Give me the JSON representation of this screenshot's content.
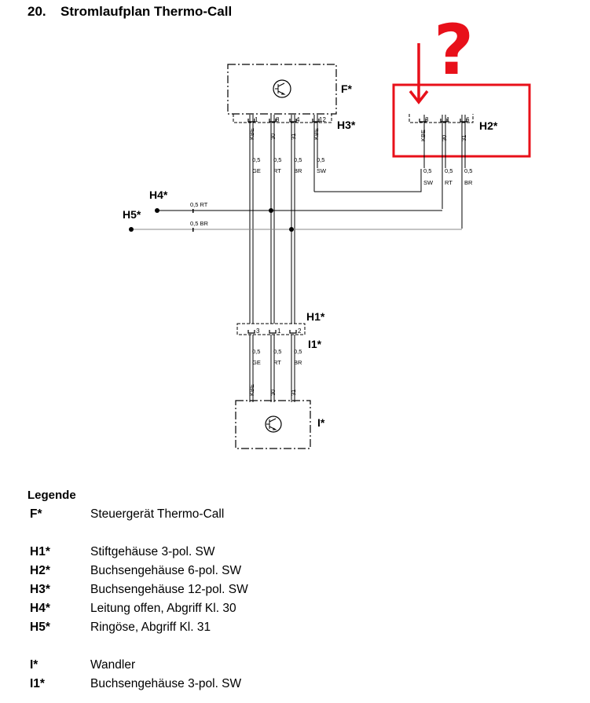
{
  "header": {
    "number": "20.",
    "title": "Stromlaufplan Thermo-Call"
  },
  "colors": {
    "annotation": "#e8101a",
    "wire": "#000000",
    "wire_gray": "#888888"
  },
  "annotation": {
    "question_mark": "?"
  },
  "components": {
    "F": "F*",
    "H1": "H1*",
    "H2": "H2*",
    "H3": "H3*",
    "H4": "H4*",
    "H5": "H5*",
    "I": "I*",
    "I1": "I1*"
  },
  "connectors": {
    "H3": {
      "pins": [
        "1",
        "8",
        "4",
        "12"
      ],
      "wire_labels": [
        "KBE",
        "30",
        "31",
        "KBE"
      ],
      "cross_sections": [
        "0,5",
        "0,5",
        "0,5",
        "0,5"
      ],
      "colors": [
        "GE",
        "RT",
        "BR",
        "SW"
      ]
    },
    "H2": {
      "pins": [
        "3",
        "1",
        "6"
      ],
      "wire_labels": [
        "KBE",
        "30",
        "31"
      ],
      "cross_sections": [
        "0,5",
        "0,5",
        "0,5"
      ],
      "colors": [
        "SW",
        "RT",
        "BR"
      ]
    },
    "H1": {
      "pins": [
        "3",
        "1",
        "2"
      ],
      "cross_sections": [
        "0,5",
        "0,5",
        "0,5"
      ],
      "colors": [
        "GE",
        "RT",
        "BR"
      ]
    },
    "I": {
      "wire_labels": [
        "KBE",
        "30",
        "31"
      ]
    }
  },
  "lines": {
    "H4": "0,5 RT",
    "H5": "0,5 BR"
  },
  "legend": {
    "title": "Legende",
    "groups": [
      [
        {
          "code": "F*",
          "text": "Steuergerät Thermo-Call"
        }
      ],
      [
        {
          "code": "H1*",
          "text": "Stiftgehäuse 3-pol. SW"
        },
        {
          "code": "H2*",
          "text": "Buchsengehäuse 6-pol. SW"
        },
        {
          "code": "H3*",
          "text": "Buchsengehäuse 12-pol. SW"
        },
        {
          "code": "H4*",
          "text": "Leitung offen, Abgriff Kl. 30"
        },
        {
          "code": "H5*",
          "text": "Ringöse, Abgriff Kl. 31"
        }
      ],
      [
        {
          "code": "I*",
          "text": "Wandler"
        },
        {
          "code": "I1*",
          "text": "Buchsengehäuse 3-pol. SW"
        }
      ]
    ]
  }
}
